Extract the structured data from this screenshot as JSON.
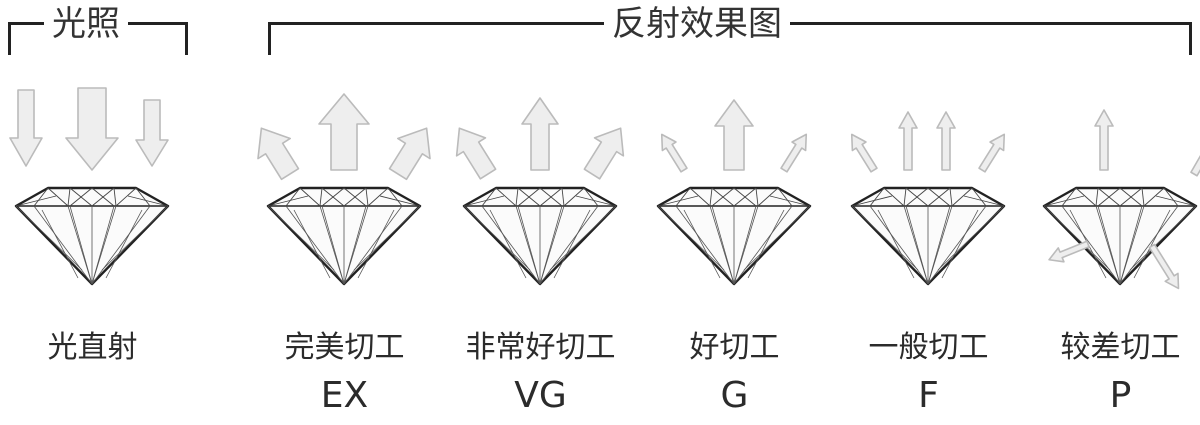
{
  "light_section": {
    "title": "光照"
  },
  "reflection_section": {
    "title": "反射效果图"
  },
  "items": [
    {
      "label": "光直射",
      "grade": "",
      "arrows": "incoming"
    },
    {
      "label": "完美切工",
      "grade": "EX",
      "arrows": "strong"
    },
    {
      "label": "非常好切工",
      "grade": "VG",
      "arrows": "good"
    },
    {
      "label": "好切工",
      "grade": "G",
      "arrows": "medium"
    },
    {
      "label": "一般切工",
      "grade": "F",
      "arrows": "weak"
    },
    {
      "label": "较差切工",
      "grade": "P",
      "arrows": "leak"
    }
  ],
  "colors": {
    "line": "#222222",
    "arrow_fill": "#eeeeee",
    "arrow_stroke": "#bbbbbb"
  }
}
